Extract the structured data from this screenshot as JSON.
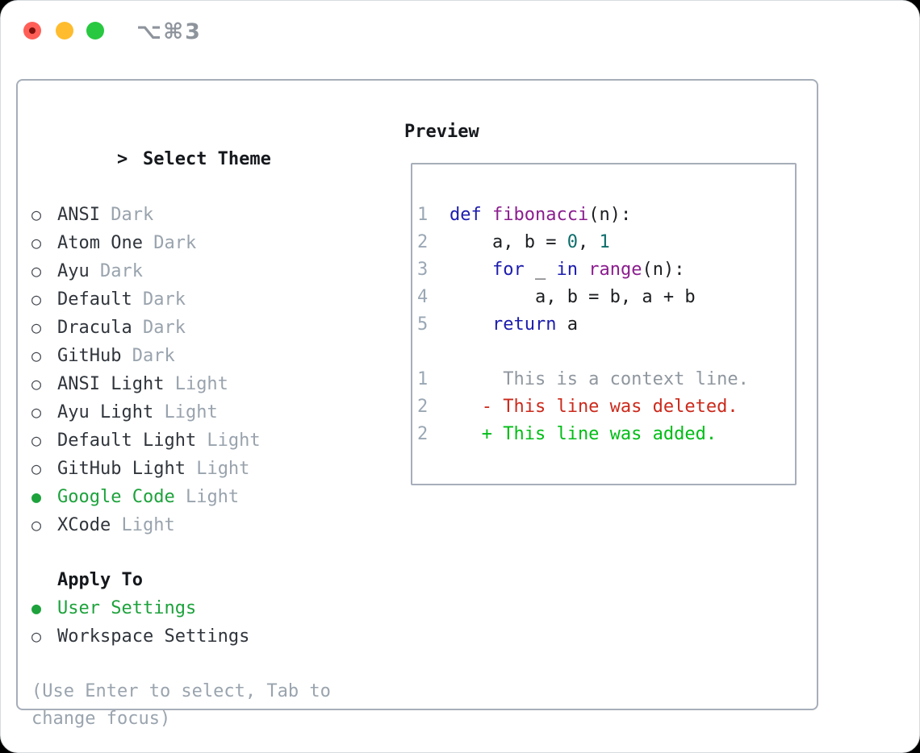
{
  "colors": {
    "accent_green": "#1da23c",
    "keyword_blue": "#1c1cae",
    "function_purple": "#8b1d8f",
    "number_teal": "#0d6d6b",
    "plain_code": "#1c1e21",
    "context_gray": "#8f979f",
    "diff_deleted_red": "#cb2a1c",
    "diff_added_green": "#00bd16",
    "traffic_red": "#ff5f57",
    "traffic_yellow": "#febc2e",
    "traffic_green": "#28c840"
  },
  "window": {
    "shortcut_label": "⌥⌘3"
  },
  "theme_panel": {
    "title": "Select Theme",
    "prompt": ">",
    "marker_unselected": "○",
    "marker_selected": "●",
    "themes": [
      {
        "name": "ANSI",
        "variant": "Dark",
        "selected": false
      },
      {
        "name": "Atom One",
        "variant": "Dark",
        "selected": false
      },
      {
        "name": "Ayu",
        "variant": "Dark",
        "selected": false
      },
      {
        "name": "Default",
        "variant": "Dark",
        "selected": false
      },
      {
        "name": "Dracula",
        "variant": "Dark",
        "selected": false
      },
      {
        "name": "GitHub",
        "variant": "Dark",
        "selected": false
      },
      {
        "name": "ANSI Light",
        "variant": "Light",
        "selected": false
      },
      {
        "name": "Ayu Light",
        "variant": "Light",
        "selected": false
      },
      {
        "name": "Default Light",
        "variant": "Light",
        "selected": false
      },
      {
        "name": "GitHub Light",
        "variant": "Light",
        "selected": false
      },
      {
        "name": "Google Code",
        "variant": "Light",
        "selected": true
      },
      {
        "name": "XCode",
        "variant": "Light",
        "selected": false
      }
    ],
    "apply_to": {
      "title": "Apply To",
      "options": [
        {
          "label": "User Settings",
          "selected": true
        },
        {
          "label": "Workspace Settings",
          "selected": false
        }
      ]
    },
    "hint": "(Use Enter to select, Tab to change focus)"
  },
  "preview": {
    "title": "Preview",
    "lines": [
      {
        "num": "1",
        "tokens": [
          [
            "def",
            "kw"
          ],
          [
            " ",
            "pl"
          ],
          [
            "fibonacci",
            "fn"
          ],
          [
            "(n):",
            "pl"
          ]
        ]
      },
      {
        "num": "2",
        "tokens": [
          [
            "    a, b = ",
            "pl"
          ],
          [
            "0",
            "nm"
          ],
          [
            ", ",
            "pl"
          ],
          [
            "1",
            "nm"
          ]
        ]
      },
      {
        "num": "3",
        "tokens": [
          [
            "    ",
            "pl"
          ],
          [
            "for",
            "kw"
          ],
          [
            " _ ",
            "pl"
          ],
          [
            "in",
            "kw"
          ],
          [
            " ",
            "pl"
          ],
          [
            "range",
            "fn"
          ],
          [
            "(n):",
            "pl"
          ]
        ]
      },
      {
        "num": "4",
        "tokens": [
          [
            "        a, b = b, a + b",
            "pl"
          ]
        ]
      },
      {
        "num": "5",
        "tokens": [
          [
            "    ",
            "pl"
          ],
          [
            "return",
            "kw"
          ],
          [
            " a",
            "pl"
          ]
        ]
      },
      {
        "num": "",
        "tokens": []
      },
      {
        "num": "1",
        "tokens": [
          [
            "     This is a context line.",
            "ctx"
          ]
        ]
      },
      {
        "num": "2",
        "tokens": [
          [
            "   - This line was deleted.",
            "del"
          ]
        ]
      },
      {
        "num": "2",
        "tokens": [
          [
            "   + This line was added.",
            "add"
          ]
        ]
      }
    ]
  }
}
